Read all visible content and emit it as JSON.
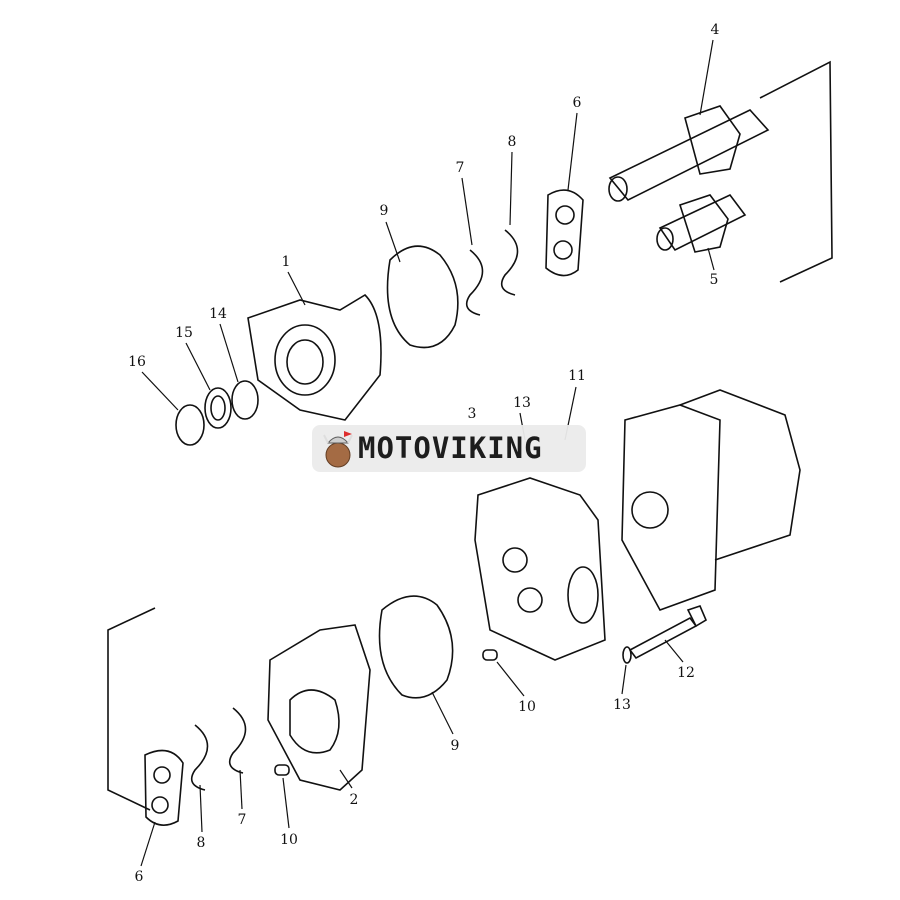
{
  "callouts": [
    {
      "id": "c4",
      "text": "4"
    },
    {
      "id": "c6a",
      "text": "6"
    },
    {
      "id": "c8a",
      "text": "8"
    },
    {
      "id": "c7a",
      "text": "7"
    },
    {
      "id": "c9a",
      "text": "9"
    },
    {
      "id": "c1",
      "text": "1"
    },
    {
      "id": "c5",
      "text": "5"
    },
    {
      "id": "c14",
      "text": "14"
    },
    {
      "id": "c15",
      "text": "15"
    },
    {
      "id": "c16",
      "text": "16"
    },
    {
      "id": "c11",
      "text": "11"
    },
    {
      "id": "c13a",
      "text": "13"
    },
    {
      "id": "c3",
      "text": "3"
    },
    {
      "id": "c12",
      "text": "12"
    },
    {
      "id": "c13b",
      "text": "13"
    },
    {
      "id": "c10a",
      "text": "10"
    },
    {
      "id": "c9b",
      "text": "9"
    },
    {
      "id": "c2",
      "text": "2"
    },
    {
      "id": "c10b",
      "text": "10"
    },
    {
      "id": "c7b",
      "text": "7"
    },
    {
      "id": "c8b",
      "text": "8"
    },
    {
      "id": "c6b",
      "text": "6"
    }
  ],
  "watermark": {
    "text": "MOTOVIKING"
  }
}
